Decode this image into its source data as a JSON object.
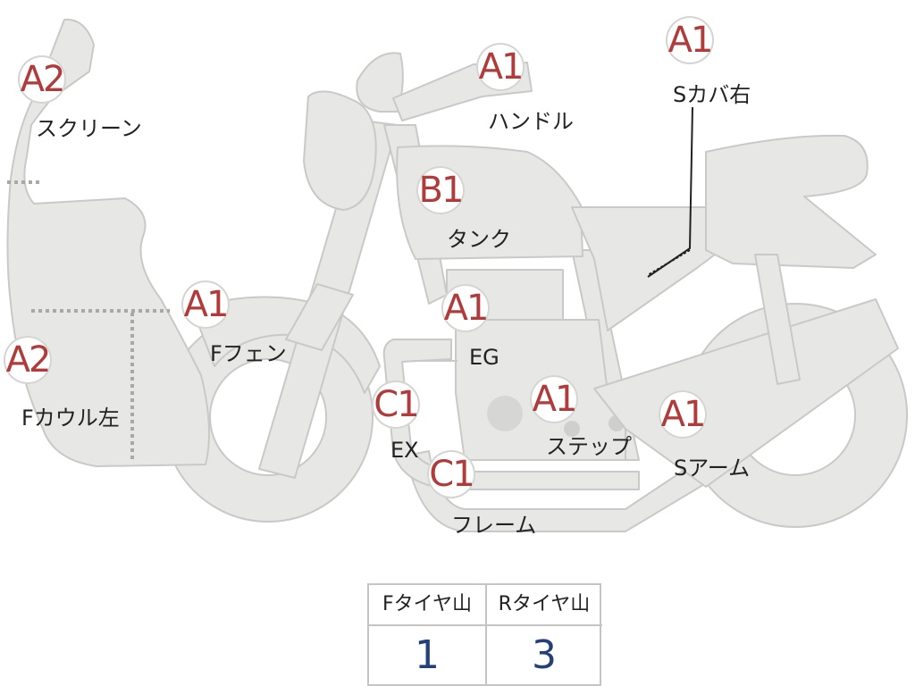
{
  "parts": [
    {
      "id": "screen",
      "grade": "A2",
      "label": "スクリーン"
    },
    {
      "id": "handle",
      "grade": "A1",
      "label": "ハンドル"
    },
    {
      "id": "side-cover-right",
      "grade": "A1",
      "label": "Sカバ右"
    },
    {
      "id": "tank",
      "grade": "B1",
      "label": "タンク"
    },
    {
      "id": "front-fender",
      "grade": "A1",
      "label": "Fフェン"
    },
    {
      "id": "engine",
      "grade": "A1",
      "label": "EG"
    },
    {
      "id": "front-cowl-left",
      "grade": "A2",
      "label": "Fカウル左"
    },
    {
      "id": "exhaust",
      "grade": "C1",
      "label": "EX"
    },
    {
      "id": "step",
      "grade": "A1",
      "label": "ステップ"
    },
    {
      "id": "swing-arm",
      "grade": "A1",
      "label": "Sアーム"
    },
    {
      "id": "frame",
      "grade": "C1",
      "label": "フレーム"
    }
  ],
  "tire_table": {
    "front_header": "Fタイヤ山",
    "rear_header": "Rタイヤ山",
    "front_value": "1",
    "rear_value": "3"
  },
  "colors": {
    "part_fill": "#e7e7e5",
    "part_stroke": "#c9c9c7",
    "grade_text": "#b13a3a",
    "tire_value_text": "#23407a"
  }
}
